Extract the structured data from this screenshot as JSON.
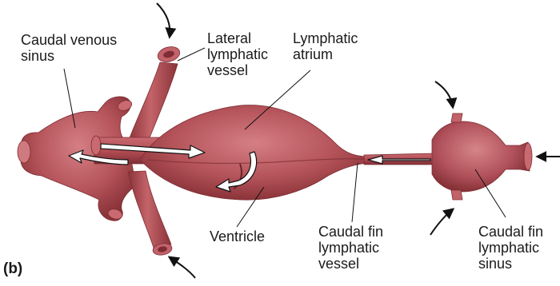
{
  "figure": {
    "panel_label": "(b)",
    "labels": {
      "caudal_venous_sinus": [
        "Caudal venous",
        "sinus"
      ],
      "lateral_lymphatic_vessel": [
        "Lateral",
        "lymphatic",
        "vessel"
      ],
      "lymphatic_atrium": [
        "Lymphatic",
        "atrium"
      ],
      "ventricle": [
        "Ventricle"
      ],
      "caudal_fin_lymphatic_vessel": [
        "Caudal fin",
        "lymphatic",
        "vessel"
      ],
      "caudal_fin_lymphatic_sinus": [
        "Caudal fin",
        "lymphatic",
        "sinus"
      ]
    },
    "colors": {
      "tissue": "#b5535a",
      "tissue_dark": "#7d2d33",
      "tissue_light": "#d88a8d",
      "arrow": "#111111",
      "flow_arrow_fill": "#ffffff",
      "leader_line": "#111111"
    }
  }
}
